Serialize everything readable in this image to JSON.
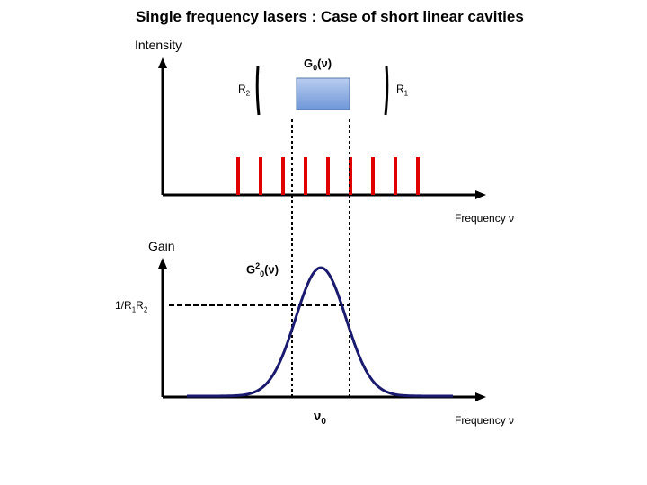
{
  "title": "Single frequency lasers : Case of short linear cavities",
  "top_panel": {
    "y_label": "Intensity",
    "x_label": "Frequency ν",
    "gain_element_label": {
      "base": "G",
      "sub": "0",
      "arg": "(ν)"
    },
    "mirror_left_label": {
      "base": "R",
      "sub": "2"
    },
    "mirror_right_label": {
      "base": "R",
      "sub": "1"
    },
    "mode_count": 9
  },
  "bottom_panel": {
    "y_label": "Gain",
    "x_label": "Frequency ν",
    "curve_label": {
      "base": "G",
      "sup": "2",
      "sub": "0",
      "arg": "(ν)"
    },
    "threshold_label": {
      "base": "1/R",
      "sub1": "1",
      "mid": "R",
      "sub2": "2"
    },
    "center_label": {
      "base": "ν",
      "sub": "0"
    }
  },
  "colors": {
    "modes": "#e00000",
    "gain_curve": "#1a1a6e",
    "gain_medium_fill": "#8fb1e6",
    "axes": "#000000"
  }
}
